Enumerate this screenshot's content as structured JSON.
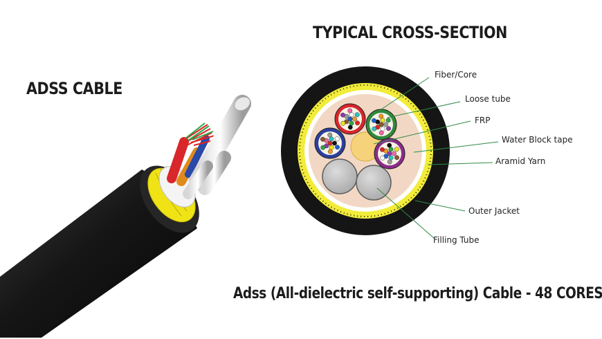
{
  "titles": {
    "product": "ADSS CABLE",
    "section": "TYPICAL CROSS-SECTION",
    "caption": "Adss (All-dielectric self-supporting) Cable - 48 CORES"
  },
  "callouts": [
    {
      "id": "fiber-core",
      "label": "Fiber/Core"
    },
    {
      "id": "loose-tube",
      "label": "Loose tube"
    },
    {
      "id": "frp",
      "label": "FRP"
    },
    {
      "id": "water-block-tape",
      "label": "Water Block tape"
    },
    {
      "id": "aramid-yarn",
      "label": "Aramid Yarn"
    },
    {
      "id": "outer-jacket",
      "label": "Outer Jacket"
    },
    {
      "id": "filling-tube",
      "label": "Filling Tube"
    }
  ],
  "colors": {
    "jacket": "#141414",
    "aramid_yarn": "#f4ee4a",
    "filler": "#f2d8c4",
    "frp": "#f6d27a",
    "filling_tube": "#c3c3c3",
    "leader_line": "#2e8a46",
    "tube_red": "#d9262c",
    "tube_green": "#2f8a3c",
    "tube_blue": "#2b3f9e",
    "tube_purple": "#8a2c8a"
  },
  "fiber_colors": [
    "#1f5fd1",
    "#f29a1d",
    "#2ca84a",
    "#8b5a2b",
    "#9a9a9a",
    "#ffffff",
    "#e02424",
    "#111111",
    "#f2e21a",
    "#8e3ab0",
    "#f06aa8",
    "#2ec4c4"
  ]
}
